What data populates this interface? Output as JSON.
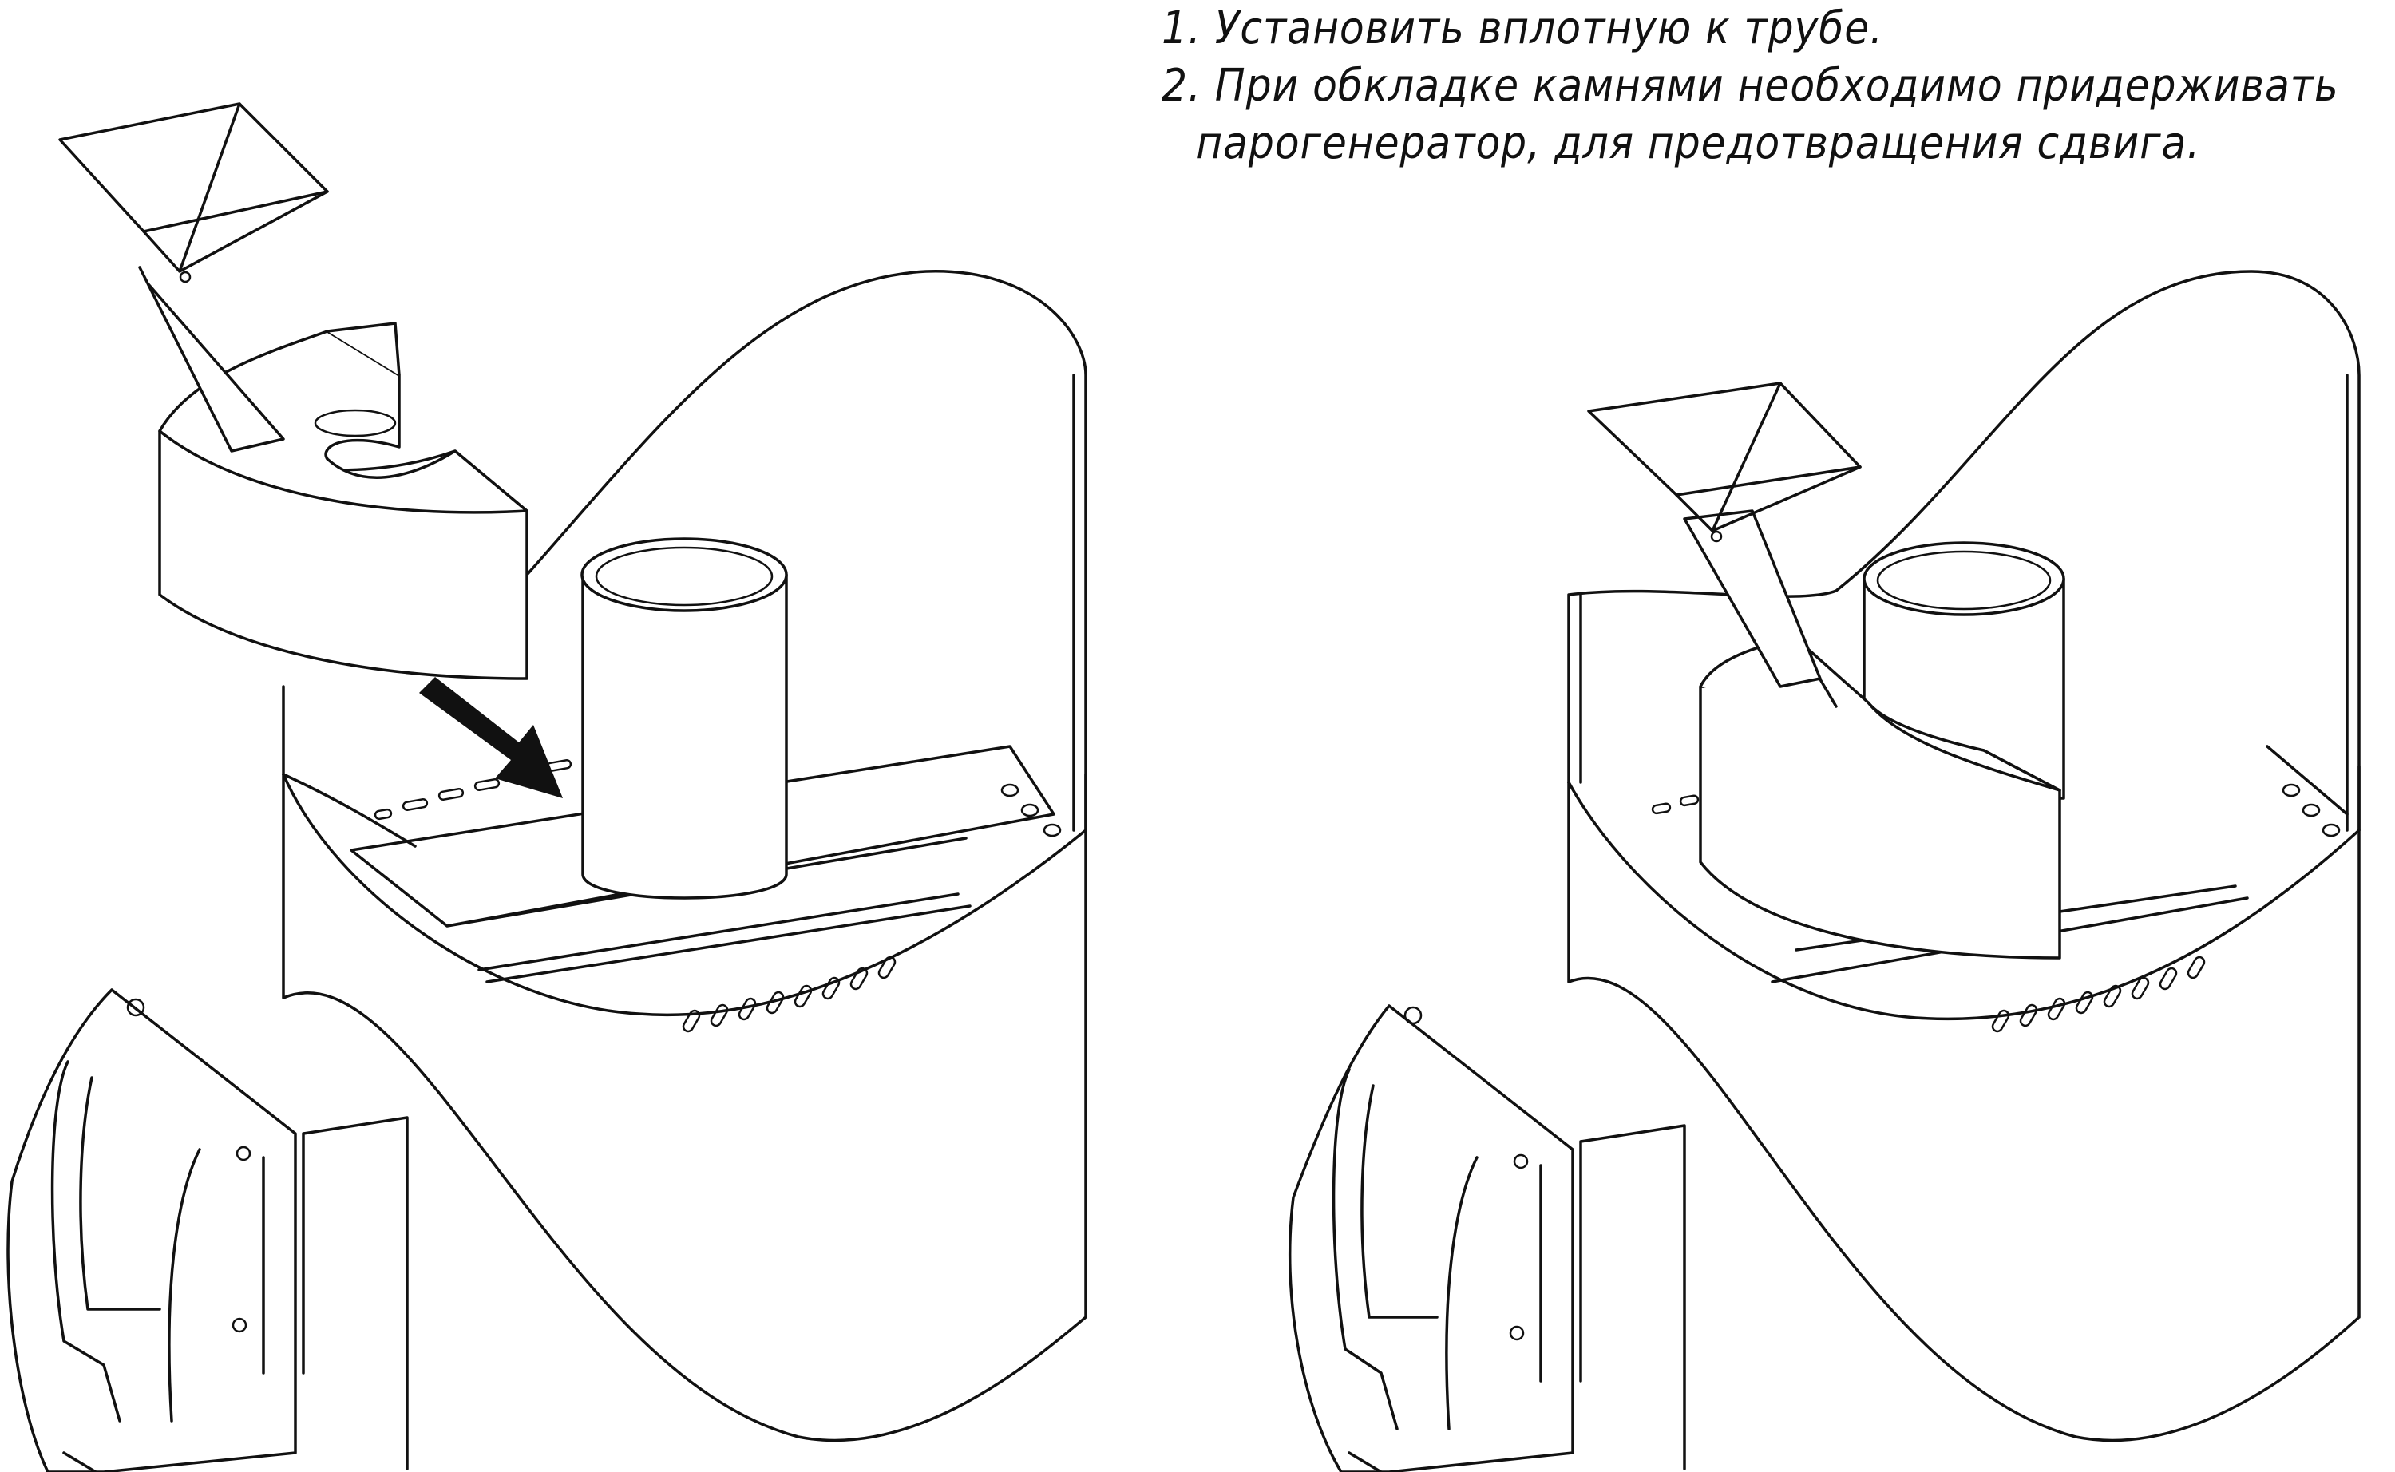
{
  "instructions": {
    "line1": "1. Установить вплотную к трубе.",
    "line2": "2. При обкладке камнями необходимо придерживать",
    "line3": "парогенератор, для предотвращения сдвига."
  },
  "colors": {
    "stroke": "#111111",
    "background": "#ffffff",
    "arrow": "#111111"
  },
  "icons": [
    "arrow-icon"
  ]
}
